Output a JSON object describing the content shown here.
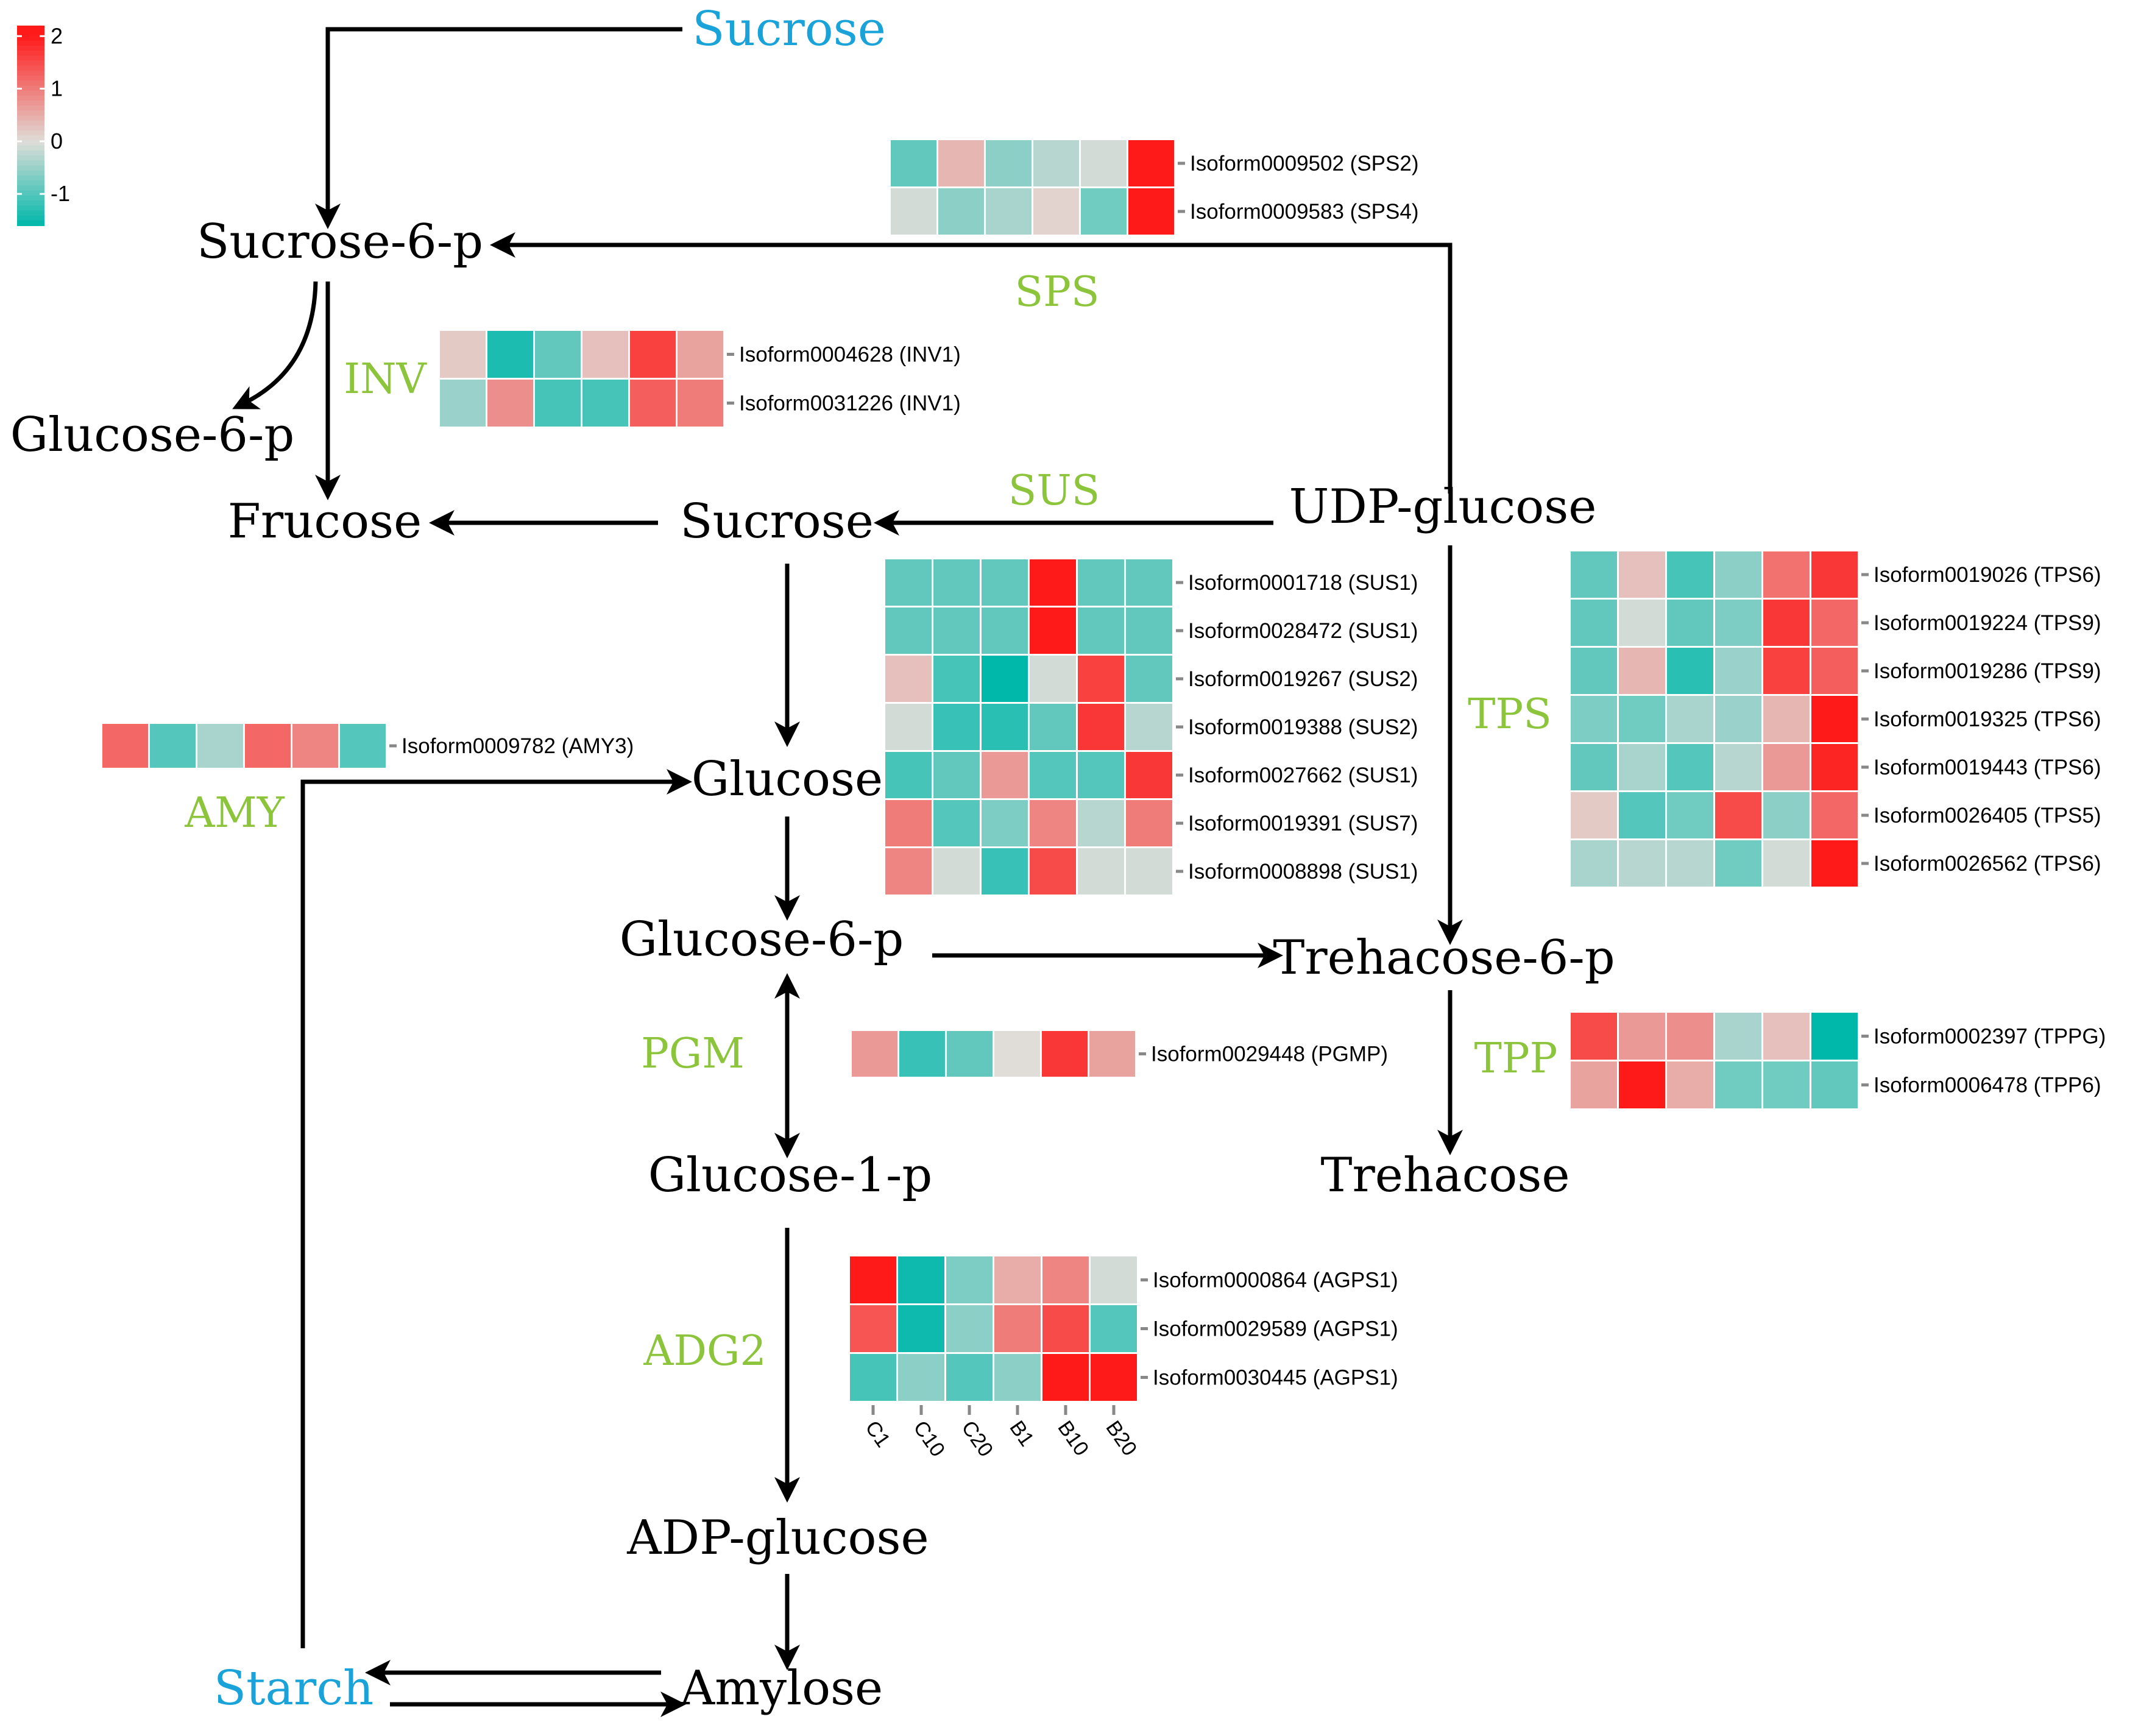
{
  "legend": {
    "ticks": [
      "2",
      "1",
      "0",
      "-1"
    ],
    "tick_values": [
      2,
      1,
      0,
      -1
    ],
    "range": [
      -1.6,
      2.2
    ],
    "colors": {
      "low": "#00b8aa",
      "mid": "#e0ddd8",
      "high": "#ff1a1a"
    }
  },
  "metabolites": {
    "sucrose_top": "Sucrose",
    "sucrose_6p": "Sucrose-6-p",
    "glucose_6p_left": "Glucose-6-p",
    "frucose": "Frucose",
    "sucrose_mid": "Sucrose",
    "udp_glucose": "UDP-glucose",
    "glucose": "Glucose",
    "glucose_6p": "Glucose-6-p",
    "trehacose_6p": "Trehacose-6-p",
    "glucose_1p": "Glucose-1-p",
    "trehacose": "Trehacose",
    "adp_glucose": "ADP-glucose",
    "starch": "Starch",
    "amylose": "Amylose"
  },
  "enzymes": {
    "sps": "SPS",
    "inv": "INV",
    "sus": "SUS",
    "tps": "TPS",
    "amy": "AMY",
    "pgm": "PGM",
    "tpp": "TPP",
    "adg2": "ADG2"
  },
  "samples": [
    "C1",
    "C10",
    "C20",
    "B1",
    "B10",
    "B20"
  ],
  "heatmaps": {
    "sps": {
      "rows": [
        {
          "label": "Isoform0009502 (SPS2)",
          "values": [
            -0.9,
            0.4,
            -0.6,
            -0.3,
            -0.1,
            2.0
          ]
        },
        {
          "label": "Isoform0009583 (SPS4)",
          "values": [
            -0.1,
            -0.6,
            -0.4,
            0.1,
            -0.8,
            2.0
          ]
        }
      ]
    },
    "inv": {
      "rows": [
        {
          "label": "Isoform0004628 (INV1)",
          "values": [
            0.2,
            -1.4,
            -0.9,
            0.3,
            1.6,
            0.6
          ]
        },
        {
          "label": "Isoform0031226 (INV1)",
          "values": [
            -0.5,
            0.8,
            -1.1,
            -1.1,
            1.3,
            1.0
          ]
        }
      ]
    },
    "sus": {
      "rows": [
        {
          "label": "Isoform0001718 (SUS1)",
          "values": [
            -0.9,
            -0.9,
            -0.9,
            2.0,
            -0.9,
            -0.9
          ]
        },
        {
          "label": "Isoform0028472 (SUS1)",
          "values": [
            -0.9,
            -0.9,
            -0.9,
            2.0,
            -0.9,
            -0.9
          ]
        },
        {
          "label": "Isoform0019267 (SUS2)",
          "values": [
            0.3,
            -1.1,
            -1.6,
            -0.1,
            1.6,
            -0.9
          ]
        },
        {
          "label": "Isoform0019388 (SUS2)",
          "values": [
            -0.1,
            -1.2,
            -1.3,
            -0.9,
            1.7,
            -0.3
          ]
        },
        {
          "label": "Isoform0027662 (SUS1)",
          "values": [
            -1.1,
            -0.9,
            0.7,
            -1.0,
            -1.0,
            1.7
          ]
        },
        {
          "label": "Isoform0019391 (SUS7)",
          "values": [
            1.0,
            -1.0,
            -0.7,
            0.9,
            -0.3,
            1.0
          ]
        },
        {
          "label": "Isoform0008898 (SUS1)",
          "values": [
            0.9,
            -0.1,
            -1.2,
            1.5,
            -0.1,
            -0.1
          ]
        }
      ]
    },
    "tps": {
      "rows": [
        {
          "label": "Isoform0019026 (TPS6)",
          "values": [
            -0.9,
            0.3,
            -1.1,
            -0.6,
            1.1,
            1.7
          ]
        },
        {
          "label": "Isoform0019224 (TPS9)",
          "values": [
            -0.9,
            -0.1,
            -0.9,
            -0.7,
            1.7,
            1.2
          ]
        },
        {
          "label": "Isoform0019286 (TPS9)",
          "values": [
            -0.9,
            0.4,
            -1.3,
            -0.5,
            1.6,
            1.3
          ]
        },
        {
          "label": "Isoform0019325 (TPS6)",
          "values": [
            -0.7,
            -0.8,
            -0.4,
            -0.5,
            0.4,
            2.0
          ]
        },
        {
          "label": "Isoform0019443 (TPS6)",
          "values": [
            -0.9,
            -0.4,
            -1.0,
            -0.3,
            0.7,
            1.9
          ]
        },
        {
          "label": "Isoform0026405 (TPS5)",
          "values": [
            0.2,
            -1.0,
            -0.8,
            1.5,
            -0.6,
            1.2
          ]
        },
        {
          "label": "Isoform0026562 (TPS6)",
          "values": [
            -0.4,
            -0.3,
            -0.3,
            -0.8,
            -0.1,
            2.0
          ]
        }
      ]
    },
    "amy": {
      "rows": [
        {
          "label": "Isoform0009782 (AMY3)",
          "values": [
            1.2,
            -1.0,
            -0.4,
            1.2,
            0.9,
            -1.0
          ]
        }
      ]
    },
    "pgm": {
      "rows": [
        {
          "label": "Isoform0029448 (PGMP)",
          "values": [
            0.7,
            -1.2,
            -0.9,
            0.0,
            1.7,
            0.6
          ]
        }
      ]
    },
    "tpp": {
      "rows": [
        {
          "label": "Isoform0002397 (TPPG)",
          "values": [
            1.5,
            0.7,
            0.8,
            -0.4,
            0.3,
            -1.6
          ]
        },
        {
          "label": "Isoform0006478 (TPP6)",
          "values": [
            0.6,
            2.0,
            0.5,
            -0.8,
            -0.8,
            -0.9
          ]
        }
      ]
    },
    "adg2": {
      "rows": [
        {
          "label": "Isoform0000864 (AGPS1)",
          "values": [
            2.0,
            -1.5,
            -0.7,
            0.5,
            0.9,
            -0.1
          ]
        },
        {
          "label": "Isoform0029589 (AGPS1)",
          "values": [
            1.4,
            -1.5,
            -0.6,
            1.0,
            1.5,
            -1.0
          ]
        },
        {
          "label": "Isoform0030445 (AGPS1)",
          "values": [
            -1.1,
            -0.6,
            -1.0,
            -0.6,
            2.0,
            2.0
          ]
        }
      ]
    }
  }
}
